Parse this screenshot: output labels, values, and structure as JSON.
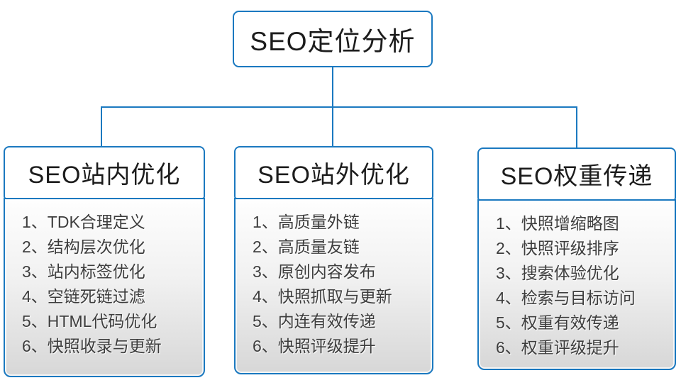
{
  "root_title": "SEO定位分析",
  "columns": [
    {
      "title": "SEO站内优化",
      "items": [
        "1、TDK合理定义",
        "2、结构层次优化",
        "3、站内标签优化",
        "4、空链死链过滤",
        "5、HTML代码优化",
        "6、快照收录与更新"
      ]
    },
    {
      "title": "SEO站外优化",
      "items": [
        "1、高质量外链",
        "2、高质量友链",
        "3、原创内容发布",
        "4、快照抓取与更新",
        "5、内连有效传递",
        "6、快照评级提升"
      ]
    },
    {
      "title": "SEO权重传递",
      "items": [
        "1、快照增缩略图",
        "2、快照评级排序",
        "3、搜索体验优化",
        "4、检索与目标访问",
        "5、权重有效传递",
        "6、权重评级提升"
      ]
    }
  ],
  "colors": {
    "connector_and_border": "#1b79c0",
    "header_text": "#1c1c1c",
    "item_text": "#3d3d3d",
    "body_gradient_top": "#fefefe",
    "body_gradient_bottom": "#d7d7d7"
  }
}
